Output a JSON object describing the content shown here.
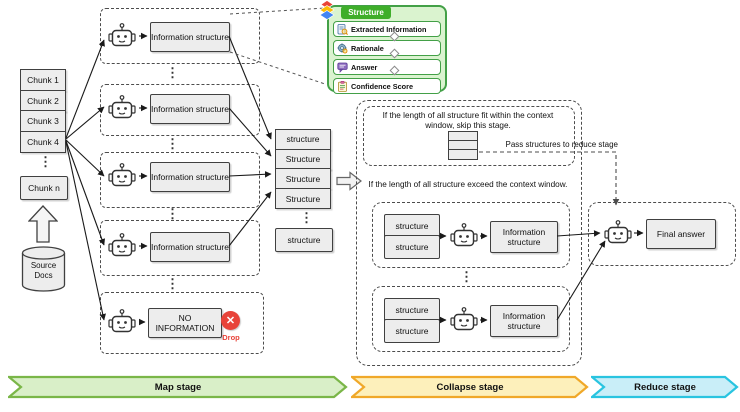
{
  "glyphs": {
    "ellipsis": "⋮",
    "x_mark": "✕"
  },
  "chunks": {
    "items": [
      "Chunk 1",
      "Chunk 2",
      "Chunk 3",
      "Chunk 4"
    ],
    "last": "Chunk n",
    "source": "Source Docs"
  },
  "map": {
    "rows": [
      {
        "label": "Information structure"
      },
      {
        "label": "Information structure"
      },
      {
        "label": "Information structure"
      },
      {
        "label": "Information structure"
      }
    ],
    "no_information": "NO INFORMATION",
    "drop": "Drop",
    "banner": "Map stage"
  },
  "legend": {
    "title": "Structure",
    "items": [
      {
        "label": "Extracted Information",
        "icon": "document-magnifier-icon"
      },
      {
        "label": "Rationale",
        "icon": "gear-magnifier-icon"
      },
      {
        "label": "Answer",
        "icon": "speech-bubble-icon"
      },
      {
        "label": "Confidence Score",
        "icon": "clipboard-icon"
      }
    ]
  },
  "stack": {
    "items": [
      "structure",
      "Structure",
      "Structure",
      "Structure"
    ],
    "bottom": "structure"
  },
  "collapse": {
    "skip_text": "If the length of all structure fit within the context window, skip this stage.",
    "pass_label": "Pass structures to reduce stage",
    "exceed_text": "If the length of all structure exceed the context window.",
    "groups": [
      {
        "inputs": [
          "structure",
          "structure"
        ],
        "output": "Information structure"
      },
      {
        "inputs": [
          "structure",
          "structure"
        ],
        "output": "Information structure"
      }
    ],
    "banner": "Collapse stage"
  },
  "reduce": {
    "final_answer": "Final answer",
    "banner": "Reduce stage"
  },
  "colors": {
    "map_fill": "#d9efc8",
    "map_stroke": "#7ab648",
    "collapse_fill": "#fdf0bb",
    "collapse_stroke": "#f0a829",
    "reduce_fill": "#c9eef8",
    "reduce_stroke": "#29c4e0",
    "legend_green": "#43a047",
    "legend_header": "#3fae2a",
    "legend_fill": "#daf3cf",
    "drop_red": "#e8443a",
    "box_fill": "#ededed",
    "box_stroke": "#404040"
  }
}
